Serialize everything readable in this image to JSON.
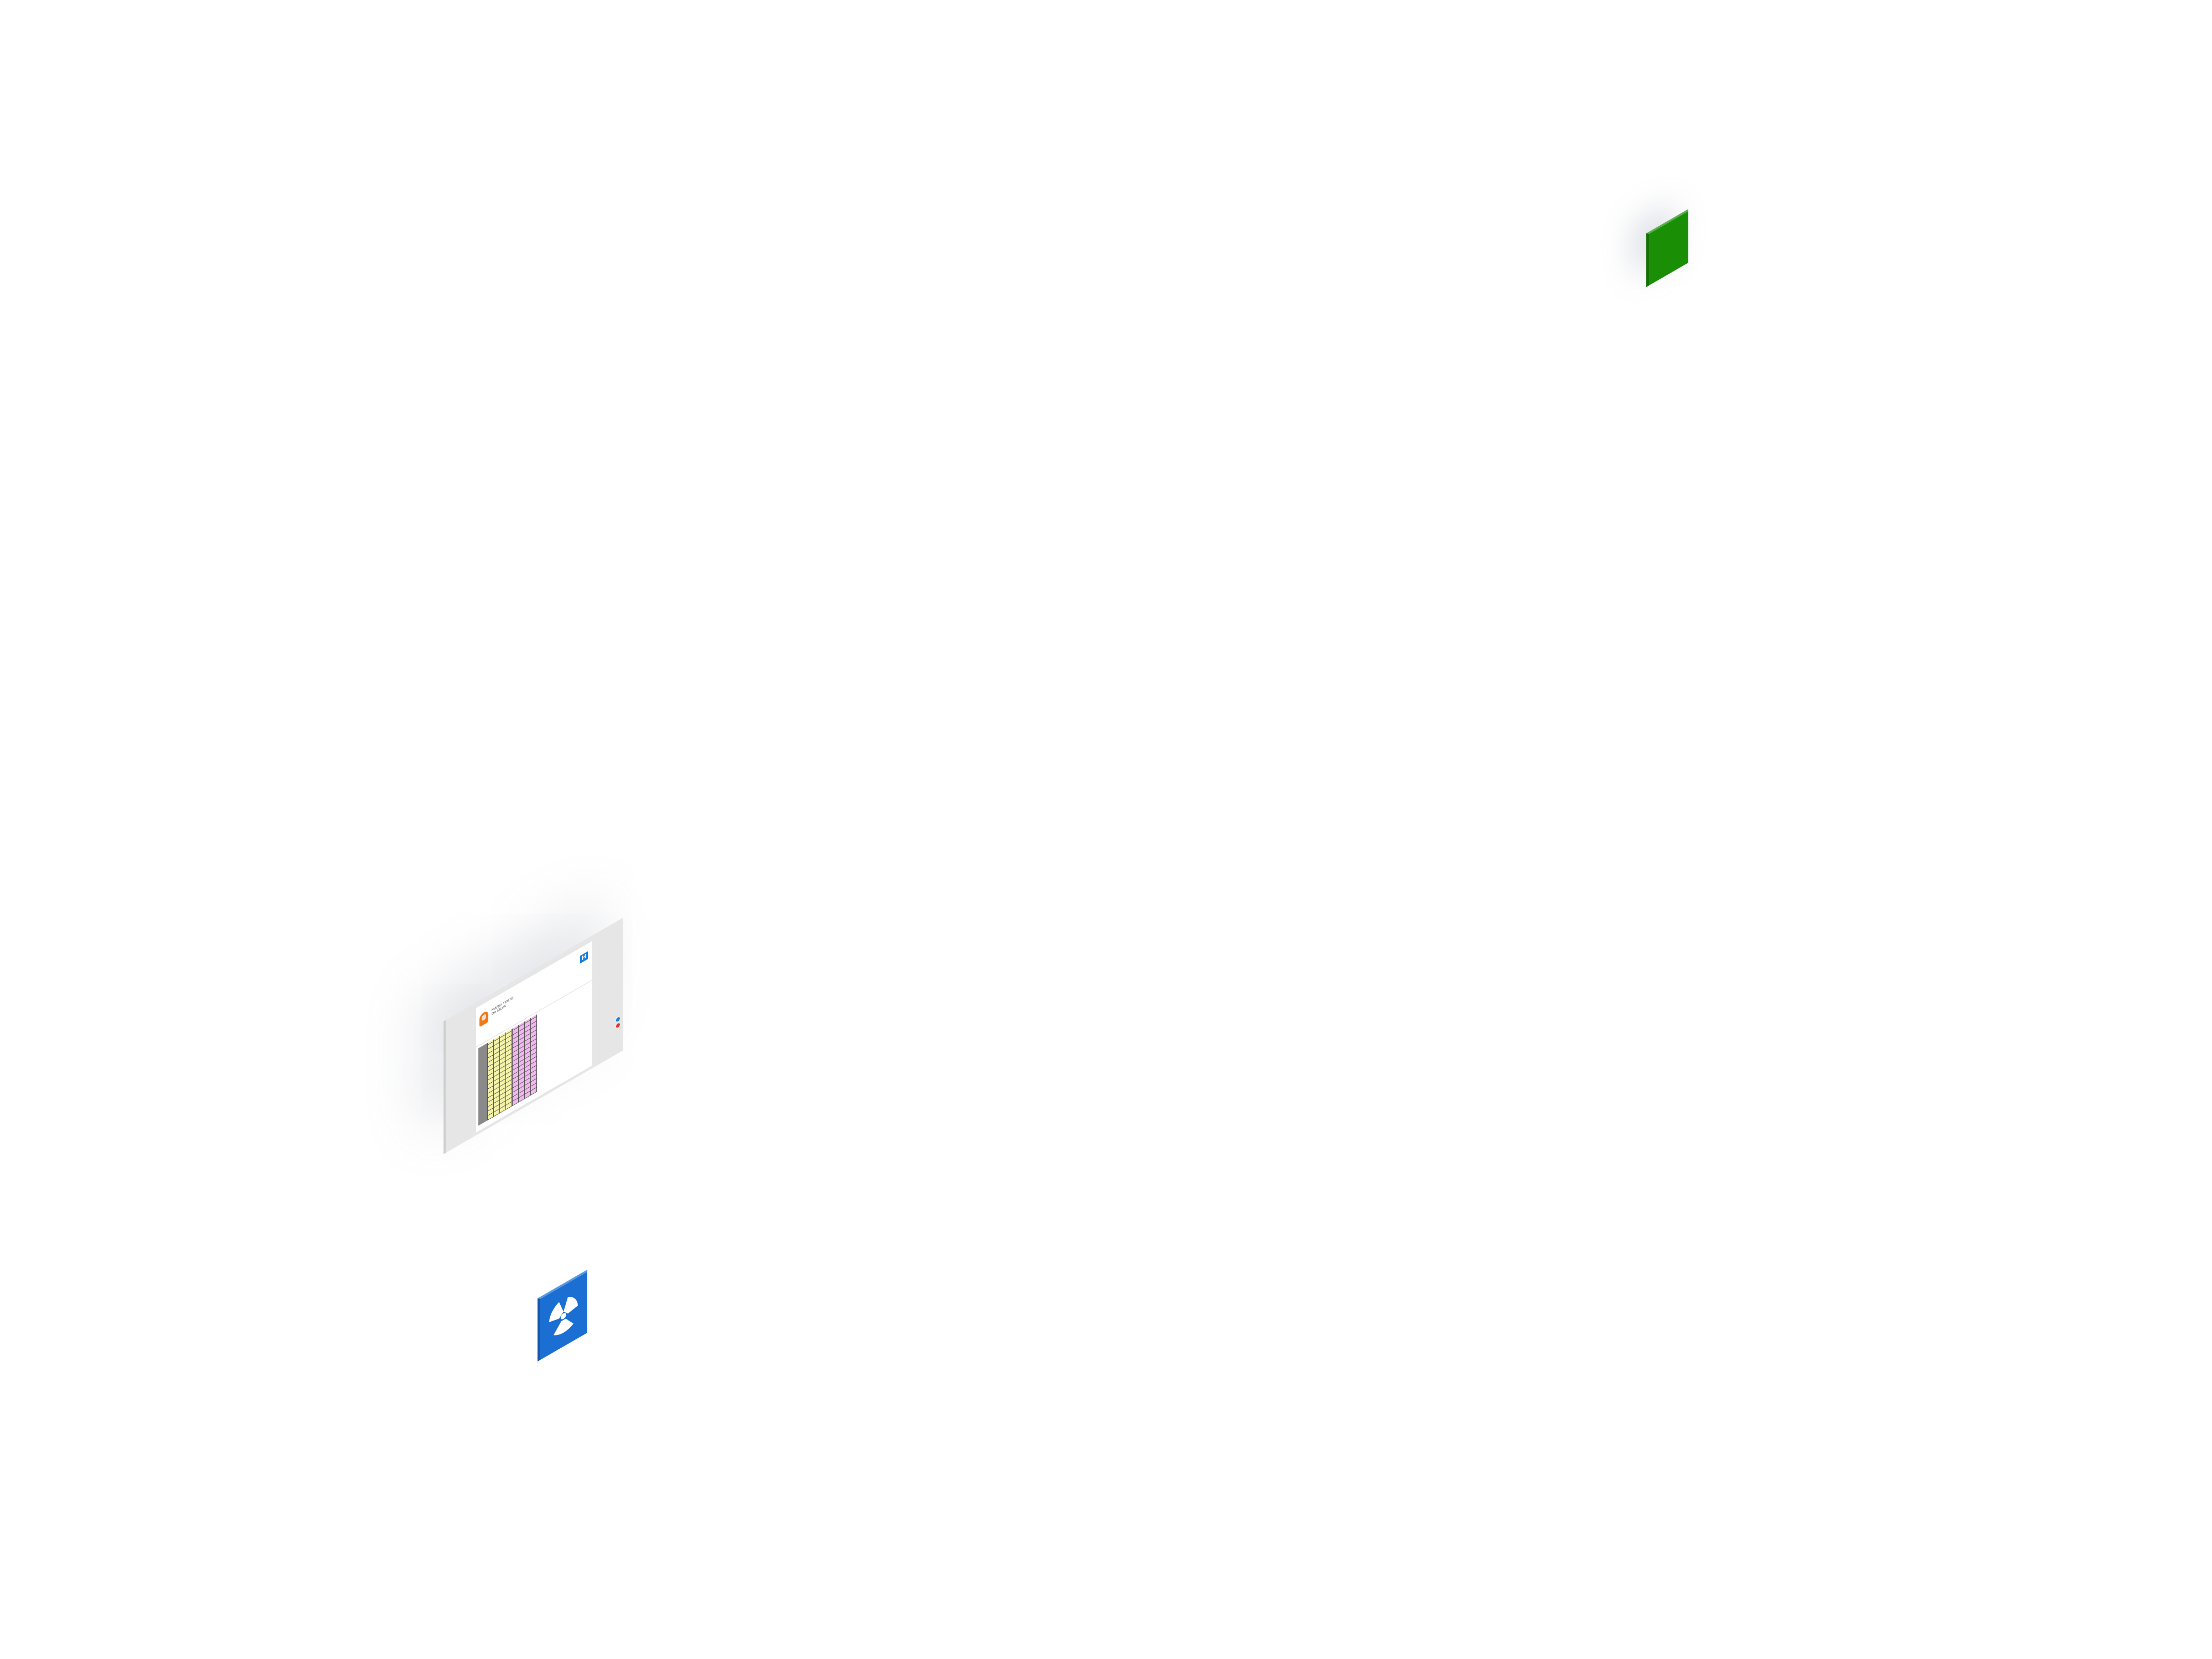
{
  "tablet": {
    "patient_name": "MARIA TESTE DA SILVA",
    "logo_letter": "H",
    "table_colors": {
      "label_column": "#8a8a8a",
      "section_1": "#f4f2a6",
      "section_2": "#f1b8ee"
    },
    "side_buttons": [
      {
        "color": "#1e7fd6"
      },
      {
        "color": "#e8322e"
      }
    ]
  },
  "tiles": [
    {
      "icon": "blank-tile",
      "color": "#1a8f06"
    },
    {
      "icon": "radiation-icon",
      "color": "#1b6fd3"
    }
  ]
}
